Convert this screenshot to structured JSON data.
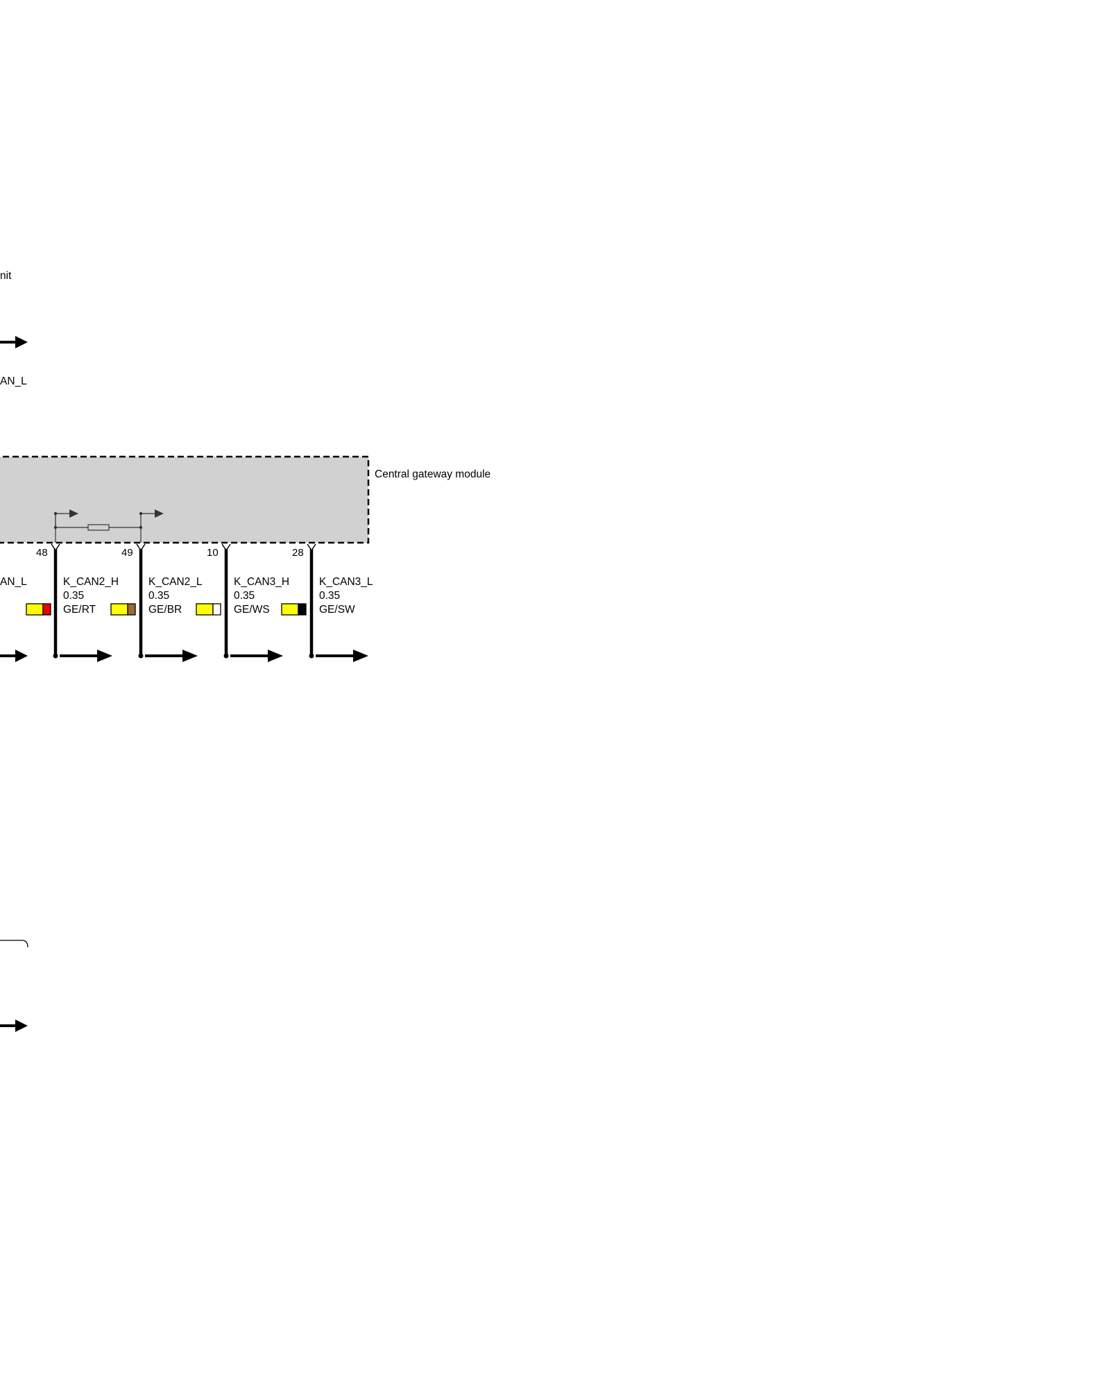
{
  "diagram": {
    "partial_labels": {
      "top_label": "nit",
      "can_l_upper": "AN_L",
      "can_l_lower": "AN_L"
    },
    "module": {
      "name": "Central gateway module",
      "fill_color": "#d1d1d1"
    },
    "wires": [
      {
        "pin": "48",
        "signal": "K_CAN2_H",
        "gauge": "0.35",
        "color_code": "GE/RT",
        "colors": [
          "#ffff00",
          "#ee0000"
        ]
      },
      {
        "pin": "49",
        "signal": "K_CAN2_L",
        "gauge": "0.35",
        "color_code": "GE/BR",
        "colors": [
          "#ffff00",
          "#9a6a3a"
        ]
      },
      {
        "pin": "10",
        "signal": "K_CAN3_H",
        "gauge": "0.35",
        "color_code": "GE/WS",
        "colors": [
          "#ffff00",
          "#ffffff"
        ]
      },
      {
        "pin": "28",
        "signal": "K_CAN3_L",
        "gauge": "0.35",
        "color_code": "GE/SW",
        "colors": [
          "#ffff00",
          "#000000"
        ]
      }
    ],
    "left_partial_swatch": {
      "colors": [
        "#ffff00",
        "#ee0000"
      ]
    }
  }
}
